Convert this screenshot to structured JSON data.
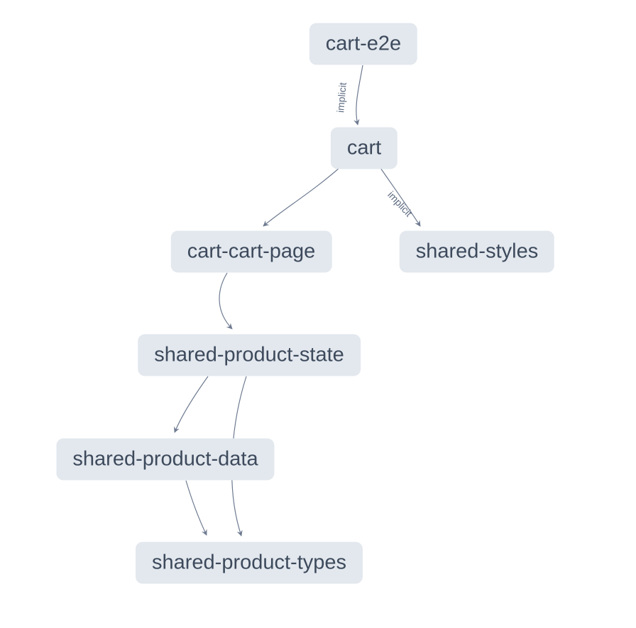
{
  "diagram": {
    "type": "dependency-graph",
    "nodes": [
      {
        "id": "cart-e2e",
        "label": "cart-e2e"
      },
      {
        "id": "cart",
        "label": "cart"
      },
      {
        "id": "cart-cart-page",
        "label": "cart-cart-page"
      },
      {
        "id": "shared-styles",
        "label": "shared-styles"
      },
      {
        "id": "shared-product-state",
        "label": "shared-product-state"
      },
      {
        "id": "shared-product-data",
        "label": "shared-product-data"
      },
      {
        "id": "shared-product-types",
        "label": "shared-product-types"
      }
    ],
    "edges": [
      {
        "from": "cart-e2e",
        "to": "cart",
        "label": "implicit"
      },
      {
        "from": "cart",
        "to": "cart-cart-page",
        "label": ""
      },
      {
        "from": "cart",
        "to": "shared-styles",
        "label": "implicit"
      },
      {
        "from": "cart-cart-page",
        "to": "shared-product-state",
        "label": ""
      },
      {
        "from": "shared-product-state",
        "to": "shared-product-data",
        "label": ""
      },
      {
        "from": "shared-product-state",
        "to": "shared-product-types",
        "label": ""
      },
      {
        "from": "shared-product-data",
        "to": "shared-product-types",
        "label": ""
      }
    ]
  },
  "colors": {
    "node_bg": "#e3e8ee",
    "node_text": "#3d4a5c",
    "edge_color": "#6d7a90",
    "edge_label_color": "#5d6a80",
    "page_bg": "#ffffff"
  }
}
